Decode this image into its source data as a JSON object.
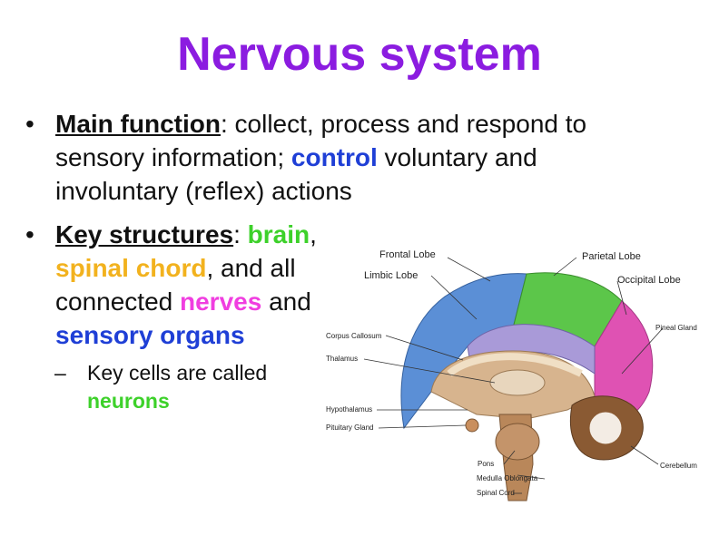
{
  "title": "Nervous system",
  "bullets": {
    "main": {
      "term": "Main function",
      "text1": ": collect, process and respond to sensory information; ",
      "highlight": "control",
      "text2": " voluntary and involuntary (reflex) actions"
    },
    "key": {
      "term": "Key structures",
      "sep": ": ",
      "brain": "brain",
      "comma1": ",",
      "spinal": "spinal chord",
      "text1": ", and all connected ",
      "nerves": "nerves",
      "text2": " and ",
      "sensory": "sensory organs"
    },
    "sub": {
      "dash": "–",
      "text": "Key cells are called ",
      "neurons": "neurons"
    }
  },
  "diagram_labels": {
    "frontal": "Frontal Lobe",
    "parietal": "Parietal Lobe",
    "limbic": "Limbic Lobe",
    "occipital": "Occipital Lobe",
    "pineal": "Pineal Gland",
    "corpus": "Corpus Callosum",
    "thalamus": "Thalamus",
    "hypothalamus": "Hypothalamus",
    "pituitary": "Pituitary Gland",
    "pons": "Pons",
    "medulla": "Medulla Oblongata",
    "spinal": "Spinal Cord",
    "cerebellum": "Cerebellum"
  },
  "colors": {
    "title": "#8b1ce0",
    "control": "#1f3fd6",
    "brain": "#3dd12a",
    "spinal": "#f2b21e",
    "nerves": "#f03ee0",
    "sensory": "#1f3fd6",
    "neurons": "#3dd12a"
  }
}
